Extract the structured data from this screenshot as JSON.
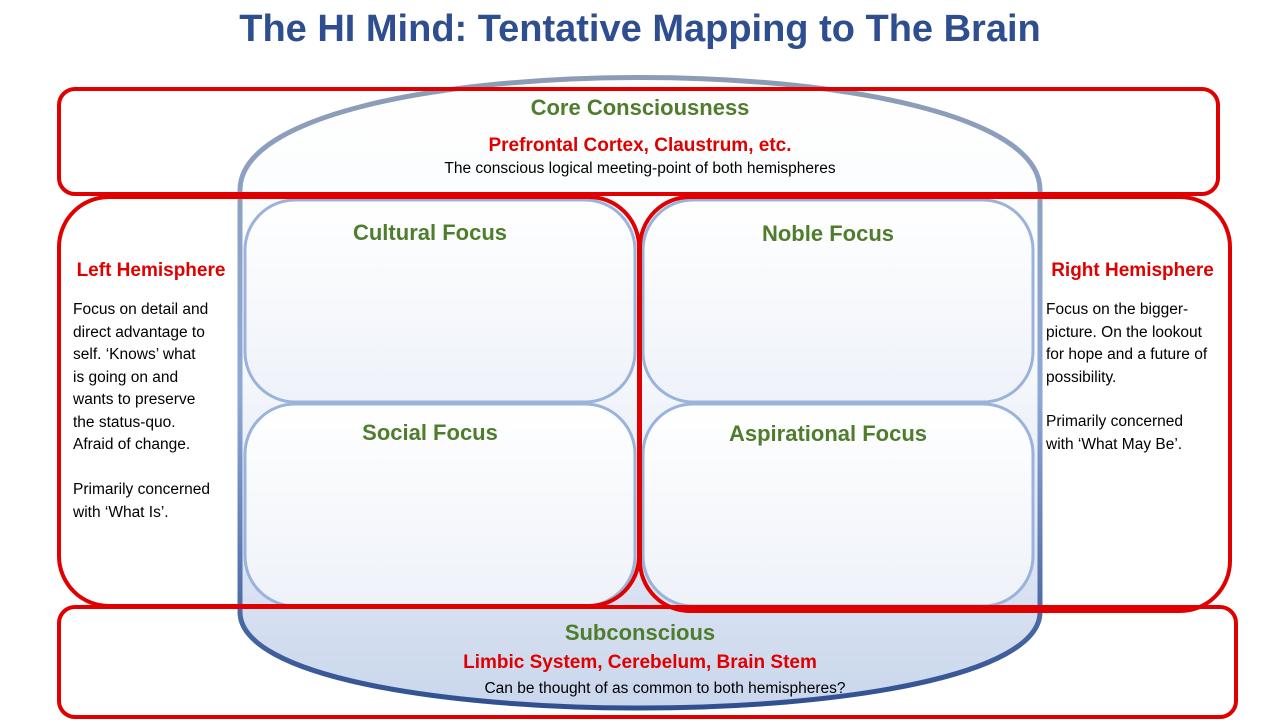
{
  "title": "The HI Mind: Tentative Mapping to The Brain",
  "core": {
    "heading": "Core Consciousness",
    "regions": "Prefrontal Cortex, Claustrum, etc.",
    "description": "The conscious logical meeting-point of both hemispheres"
  },
  "left": {
    "heading": "Left Hemisphere",
    "para1": "Focus on detail and\ndirect advantage to\nself.  ‘Knows’ what\nis going on and\nwants to preserve\nthe status-quo.\nAfraid of change.",
    "para2": "Primarily concerned\nwith ‘What Is’."
  },
  "right": {
    "heading": "Right Hemisphere",
    "para1": "Focus on the bigger-\npicture.  On the lookout\nfor hope and a future of\npossibility.",
    "para2": "Primarily concerned\nwith ‘What May Be’."
  },
  "quadrants": {
    "cultural": "Cultural Focus",
    "noble": "Noble Focus",
    "social": "Social Focus",
    "aspirational": "Aspirational Focus"
  },
  "subconscious": {
    "heading": "Subconscious",
    "regions": "Limbic System, Cerebelum, Brain Stem",
    "description": "Can be thought of as common to both hemispheres?"
  },
  "colors": {
    "title_blue": "#2e4e8f",
    "heading_green": "#4f7d2c",
    "accent_red": "#e00000",
    "capsule_top": "#8b9cb4",
    "capsule_bottom": "#2f4f8f",
    "quadrant_border": "#9ab3dc"
  }
}
